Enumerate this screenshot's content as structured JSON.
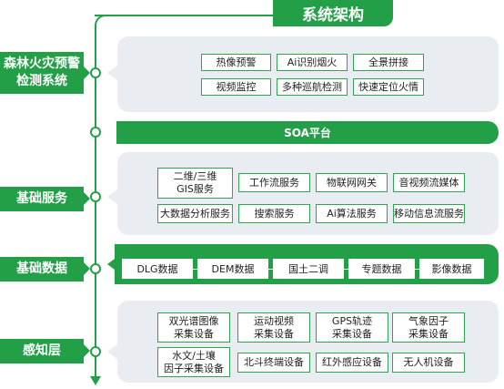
{
  "title": "系统架构",
  "layers": {
    "top": {
      "label": "森林火灾预警检测系统",
      "items": [
        "热像预警",
        "Ai识别烟火",
        "全景拼接",
        "视频监控",
        "多种巡航检测",
        "快速定位火情"
      ]
    },
    "soa": "SOA平台",
    "services": {
      "label": "基础服务",
      "items": [
        "二维/三维\nGIS服务",
        "工作流服务",
        "物联网网关",
        "音视频流媒体",
        "大数据分析服务",
        "搜索服务",
        "Ai算法服务",
        "移动信息流服务"
      ]
    },
    "data": {
      "label": "基础数据",
      "items": [
        "DLG数据",
        "DEM数据",
        "国土二调",
        "专题数据",
        "影像数据"
      ]
    },
    "perception": {
      "label": "感知层",
      "items": [
        "双光谱图像\n采集设备",
        "运动视频\n采集设备",
        "GPS轨迹\n采集设备",
        "气象因子\n采集设备",
        "水文/土壤\n因子采集设备",
        "北斗终端设备",
        "红外感应设备",
        "无人机设备"
      ]
    }
  },
  "colors": {
    "accent": "#23a047",
    "panel": "#e9edf2"
  }
}
